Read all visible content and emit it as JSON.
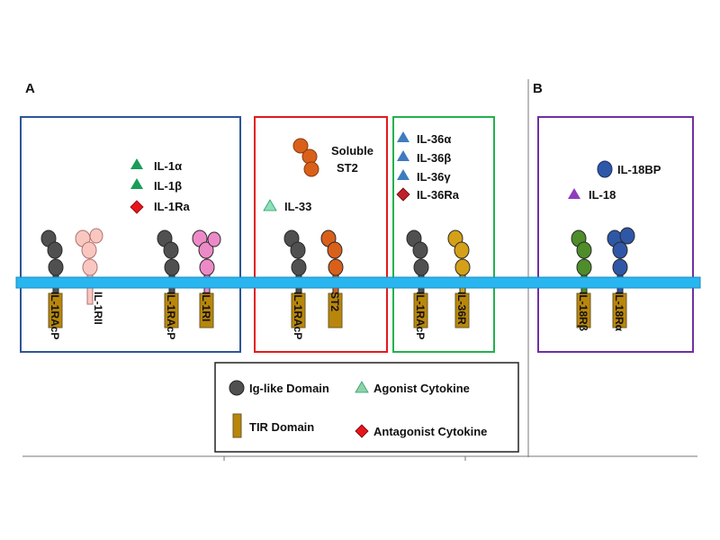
{
  "panels": {
    "a": "A",
    "b": "B"
  },
  "il1_group": {
    "ligands": [
      "IL-1α",
      "IL-1β",
      "IL-1Ra"
    ],
    "receptors": [
      "IL-1RAcP",
      "IL-1RII",
      "IL-1RAcP",
      "IL-1RI"
    ]
  },
  "st2_group": {
    "soluble_label": [
      "Soluble",
      "ST2"
    ],
    "ligand": "IL-33",
    "receptors": [
      "IL-1RAcP",
      "ST2"
    ]
  },
  "il36_group": {
    "ligands": [
      "IL-36α",
      "IL-36β",
      "IL-36γ",
      "IL-36Ra"
    ],
    "receptors": [
      "IL-1RAcP",
      "IL-36R"
    ]
  },
  "il18_group": {
    "binding_protein": "IL-18BP",
    "ligand": "IL-18",
    "receptors": [
      "IL-18Rβ",
      "IL-18Rα"
    ]
  },
  "legend": {
    "ig_domain": "Ig-like Domain",
    "agonist": "Agonist Cytokine",
    "tir_domain": "TIR Domain",
    "antagonist": "Antagonist Cytokine"
  },
  "colors": {
    "membrane": "#29b6f0",
    "box_il1": "#2f5597",
    "box_st2": "#e41a1c",
    "box_il36": "#22b14c",
    "box_il18": "#7030a0",
    "ig_grey": "#505050",
    "il1rii": "#f8c8c0",
    "il1ri": "#ec8ac8",
    "st2": "#d9601a",
    "il36r": "#d4a017",
    "il18rb": "#4f8c2a",
    "il18ra": "#2f57a8",
    "tir": "#b8860b",
    "agonist_green": "#1a9c5a",
    "agonist_lightgreen": "#8de0b8",
    "agonist_blue": "#3e7cc0",
    "agonist_purple": "#8e3dbd",
    "antagonist_red": "#e8141c"
  }
}
